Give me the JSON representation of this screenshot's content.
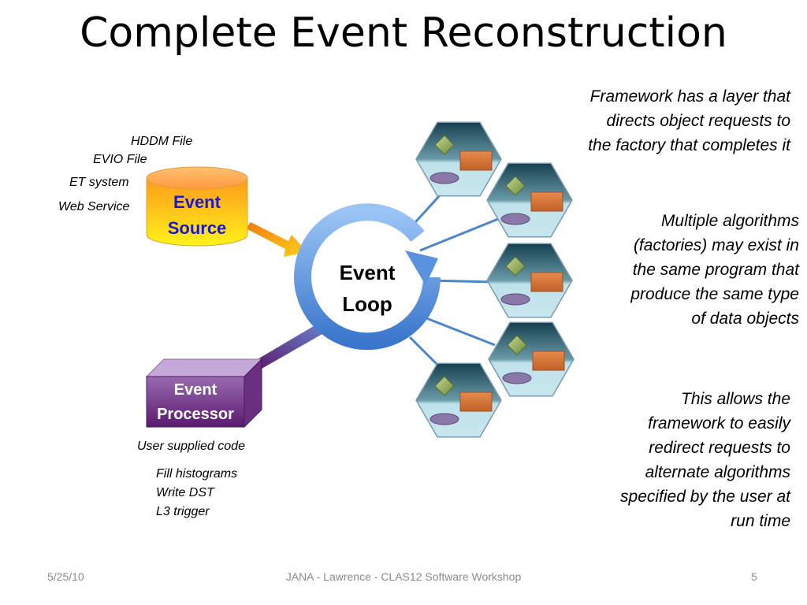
{
  "title": "Complete Event Reconstruction",
  "source_labels": [
    "HDDM File",
    "EVIO File",
    "ET system",
    "Web Service"
  ],
  "event_source": {
    "line1": "Event",
    "line2": "Source"
  },
  "event_loop": {
    "line1": "Event",
    "line2": "Loop"
  },
  "event_processor": {
    "line1": "Event",
    "line2": "Processor"
  },
  "processor_caption": "User supplied code",
  "processor_items": [
    "Fill histograms",
    "Write DST",
    "L3 trigger"
  ],
  "notes": {
    "framework": [
      "Framework has a layer that",
      "directs object requests to",
      "the factory that completes it"
    ],
    "multiple": [
      "Multiple algorithms",
      "(factories) may exist in",
      "the same program that",
      "produce the same type",
      "of data objects"
    ],
    "redirect": [
      "This allows the",
      "framework to easily",
      "redirect requests to",
      "alternate algorithms",
      "specified by the user at",
      "run time"
    ]
  },
  "footer": {
    "date": "5/25/10",
    "center": "JANA  - Lawrence  - CLAS12 Software Workshop",
    "page": "5"
  },
  "colors": {
    "source_label": "#1a1acc",
    "processor_face": "#7a3a8a",
    "loop_blue": "#4a86d8",
    "hex_dark": "#1e4d63",
    "hex_light": "#b4dce4"
  }
}
